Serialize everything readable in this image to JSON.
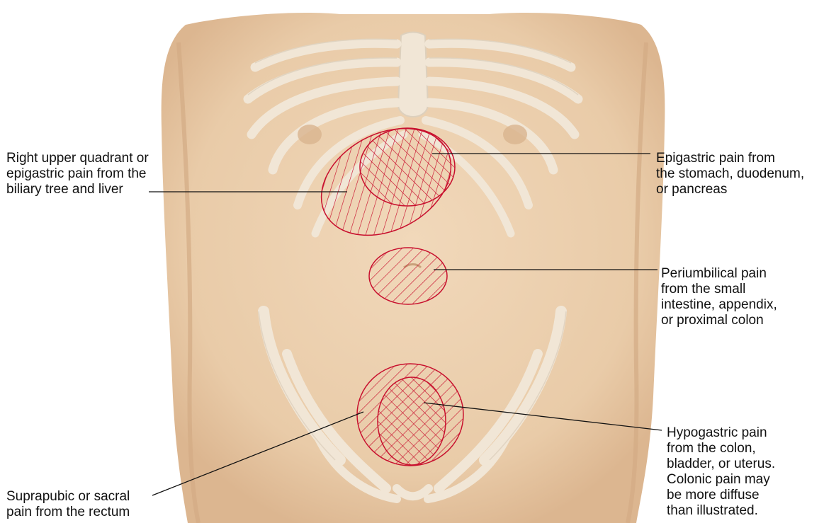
{
  "diagram": {
    "labels": {
      "right_upper_quadrant": "Right upper quadrant or\nepigastric pain from the\nbiliary tree and liver",
      "epigastric": "Epigastric pain from\nthe stomach, duodenum,\nor pancreas",
      "periumbilical": "Periumbilical pain\nfrom the small\nintestine, appendix,\nor proximal colon",
      "hypogastric": "Hypogastric pain\nfrom the colon,\nbladder, or uterus.\nColonic pain may\nbe more diffuse\nthan illustrated.",
      "suprapubic": "Suprapubic or sacral\npain from the rectum"
    },
    "colors": {
      "skin": "#ecd0b0",
      "skin_shadow": "#d9b48f",
      "bone": "#f1e6d6",
      "bone_shade": "#ddd0bd",
      "pain_region": "#c8102e",
      "leader_line": "#111111"
    }
  }
}
